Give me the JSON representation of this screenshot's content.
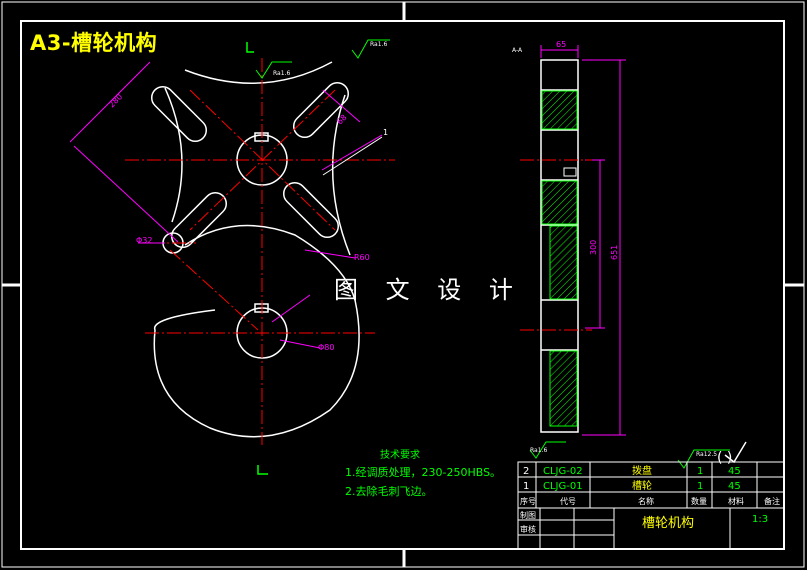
{
  "title_overlay": "A3-槽轮机构",
  "watermark": "图 文 设 计",
  "view_labels": {
    "section_tag": "A-A",
    "leader_1": "1"
  },
  "dimensions": {
    "radius_large": "R60",
    "phi80": "Φ80",
    "phi_small": "Φ32",
    "dim_top": "65",
    "dim_300": "300",
    "dim_651": "651",
    "diag_dim1": "280",
    "diag_dim2": "68"
  },
  "roughness": {
    "r1": "Ra1.6",
    "r2": "Ra1.6",
    "r3": "Ra1.6",
    "r4": "Ra12.5"
  },
  "tech_requirements": {
    "title": "技术要求",
    "item1": "1.经调质处理，230-250HBS。",
    "item2": "2.去除毛刺飞边。"
  },
  "title_block": {
    "rows": [
      {
        "no": "2",
        "code": "CLJG-02",
        "name": "拨盘",
        "qty": "1",
        "material": "45"
      },
      {
        "no": "1",
        "code": "CLJG-01",
        "name": "槽轮",
        "qty": "1",
        "material": "45"
      }
    ],
    "headers": {
      "no": "序号",
      "code": "代号",
      "name": "名称",
      "qty": "数量",
      "material": "材料",
      "remark": "备注"
    },
    "side_labels": {
      "designer": "制图",
      "checker": "审核"
    },
    "drawing_name": "槽轮机构",
    "scale": "1:3"
  },
  "colors": {
    "outline": "#ffffff",
    "centerline": "#ff0000",
    "dimension": "#ff00ff",
    "section": "#00ff00",
    "text_green": "#00ff00",
    "text_yellow": "#ffff00",
    "hatch": "#00ff00"
  }
}
